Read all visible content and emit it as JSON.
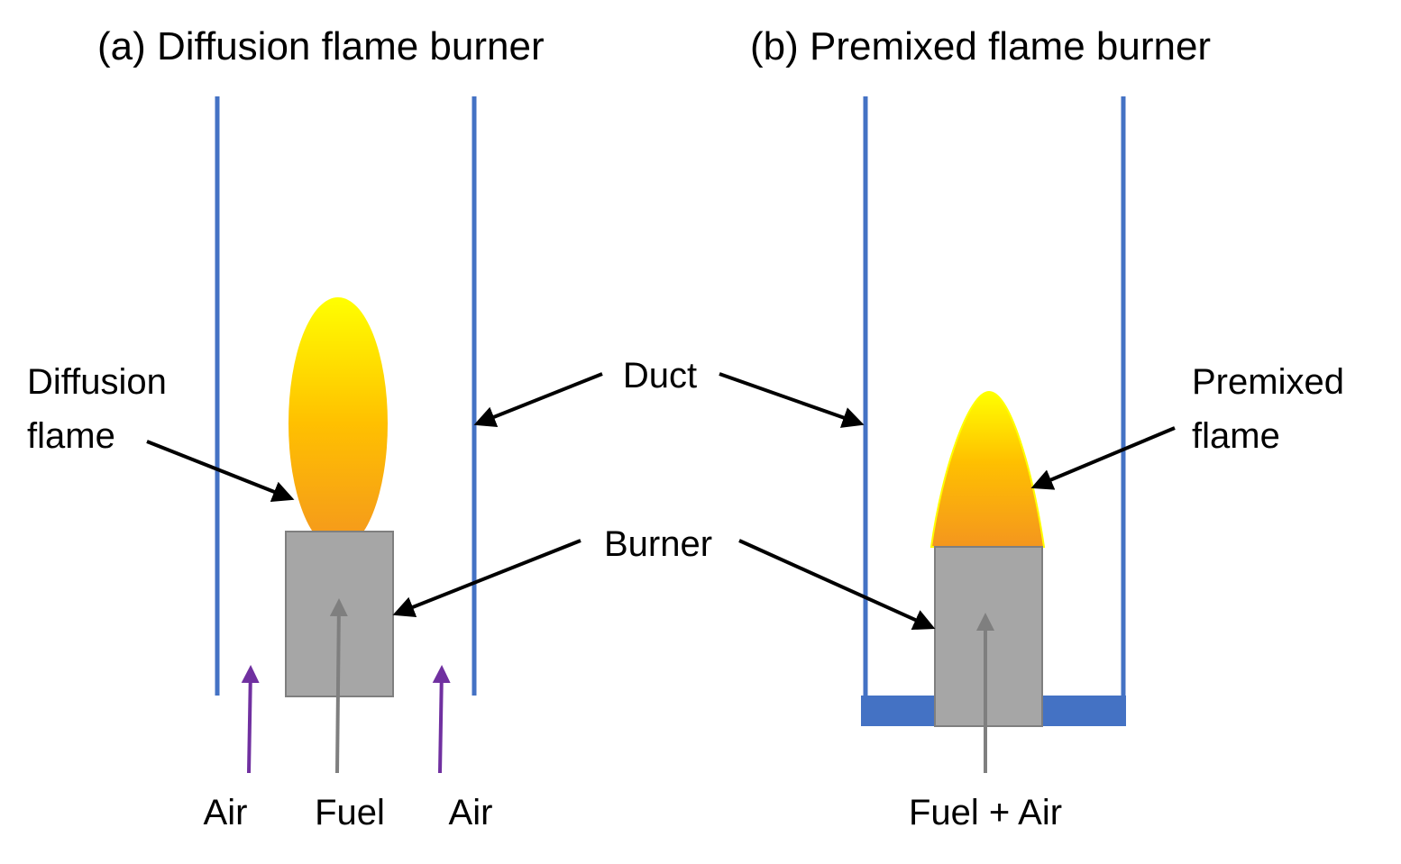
{
  "diagram": {
    "panel_a": {
      "title": "(a) Diffusion flame burner",
      "flame_label_line1": "Diffusion",
      "flame_label_line2": "flame",
      "inlet_left": "Air",
      "inlet_center": "Fuel",
      "inlet_right": "Air"
    },
    "panel_b": {
      "title": "(b) Premixed flame burner",
      "flame_label_line1": "Premixed",
      "flame_label_line2": "flame",
      "inlet": "Fuel + Air"
    },
    "shared": {
      "duct_label": "Duct",
      "burner_label": "Burner"
    }
  },
  "colors": {
    "duct": "#4472C4",
    "burner_fill": "#A6A6A6",
    "burner_stroke": "#7F7F7F",
    "fuel_arrow": "#7F7F7F",
    "air_arrow": "#7030A0",
    "flame_top": "#FFFF00",
    "flame_mid": "#FFC000",
    "flame_bottom": "#F4961E",
    "pointer_arrow": "#000000"
  }
}
